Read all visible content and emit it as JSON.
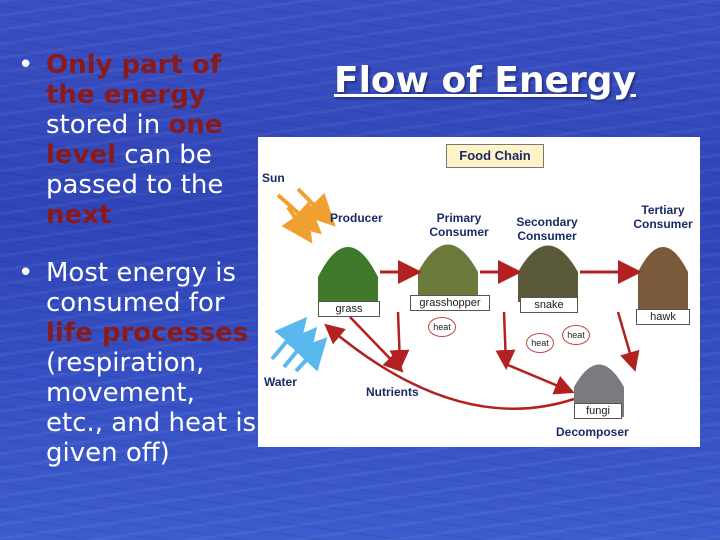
{
  "slide": {
    "title": "Flow of Energy",
    "bullets": [
      {
        "segments": [
          {
            "text": "Only part of the energy",
            "highlight": true
          },
          {
            "text": " stored in ",
            "highlight": false
          },
          {
            "text": "one level",
            "highlight": true
          },
          {
            "text": " can be passed to the ",
            "highlight": false
          },
          {
            "text": "next",
            "highlight": true
          }
        ]
      },
      {
        "segments": [
          {
            "text": "Most energy is consumed for ",
            "highlight": false
          },
          {
            "text": "life processes",
            "highlight": true
          },
          {
            "text": " (respiration, movement, etc., and heat is given off)",
            "highlight": false
          }
        ]
      }
    ],
    "bullet_glyph": "•",
    "colors": {
      "text": "#ffffff",
      "highlight": "#8a1a1a",
      "background": "#3347bd"
    }
  },
  "food_chain": {
    "heading": "Food Chain",
    "labels": {
      "sun": "Sun",
      "water": "Water",
      "producer": "Producer",
      "primary": "Primary Consumer",
      "secondary": "Secondary Consumer",
      "tertiary": "Tertiary Consumer",
      "nutrients": "Nutrients",
      "decomposer": "Decomposer"
    },
    "organisms": {
      "grass": "grass",
      "grasshopper": "grasshopper",
      "snake": "snake",
      "hawk": "hawk",
      "fungi": "fungi"
    },
    "heat_label": "heat"
  }
}
